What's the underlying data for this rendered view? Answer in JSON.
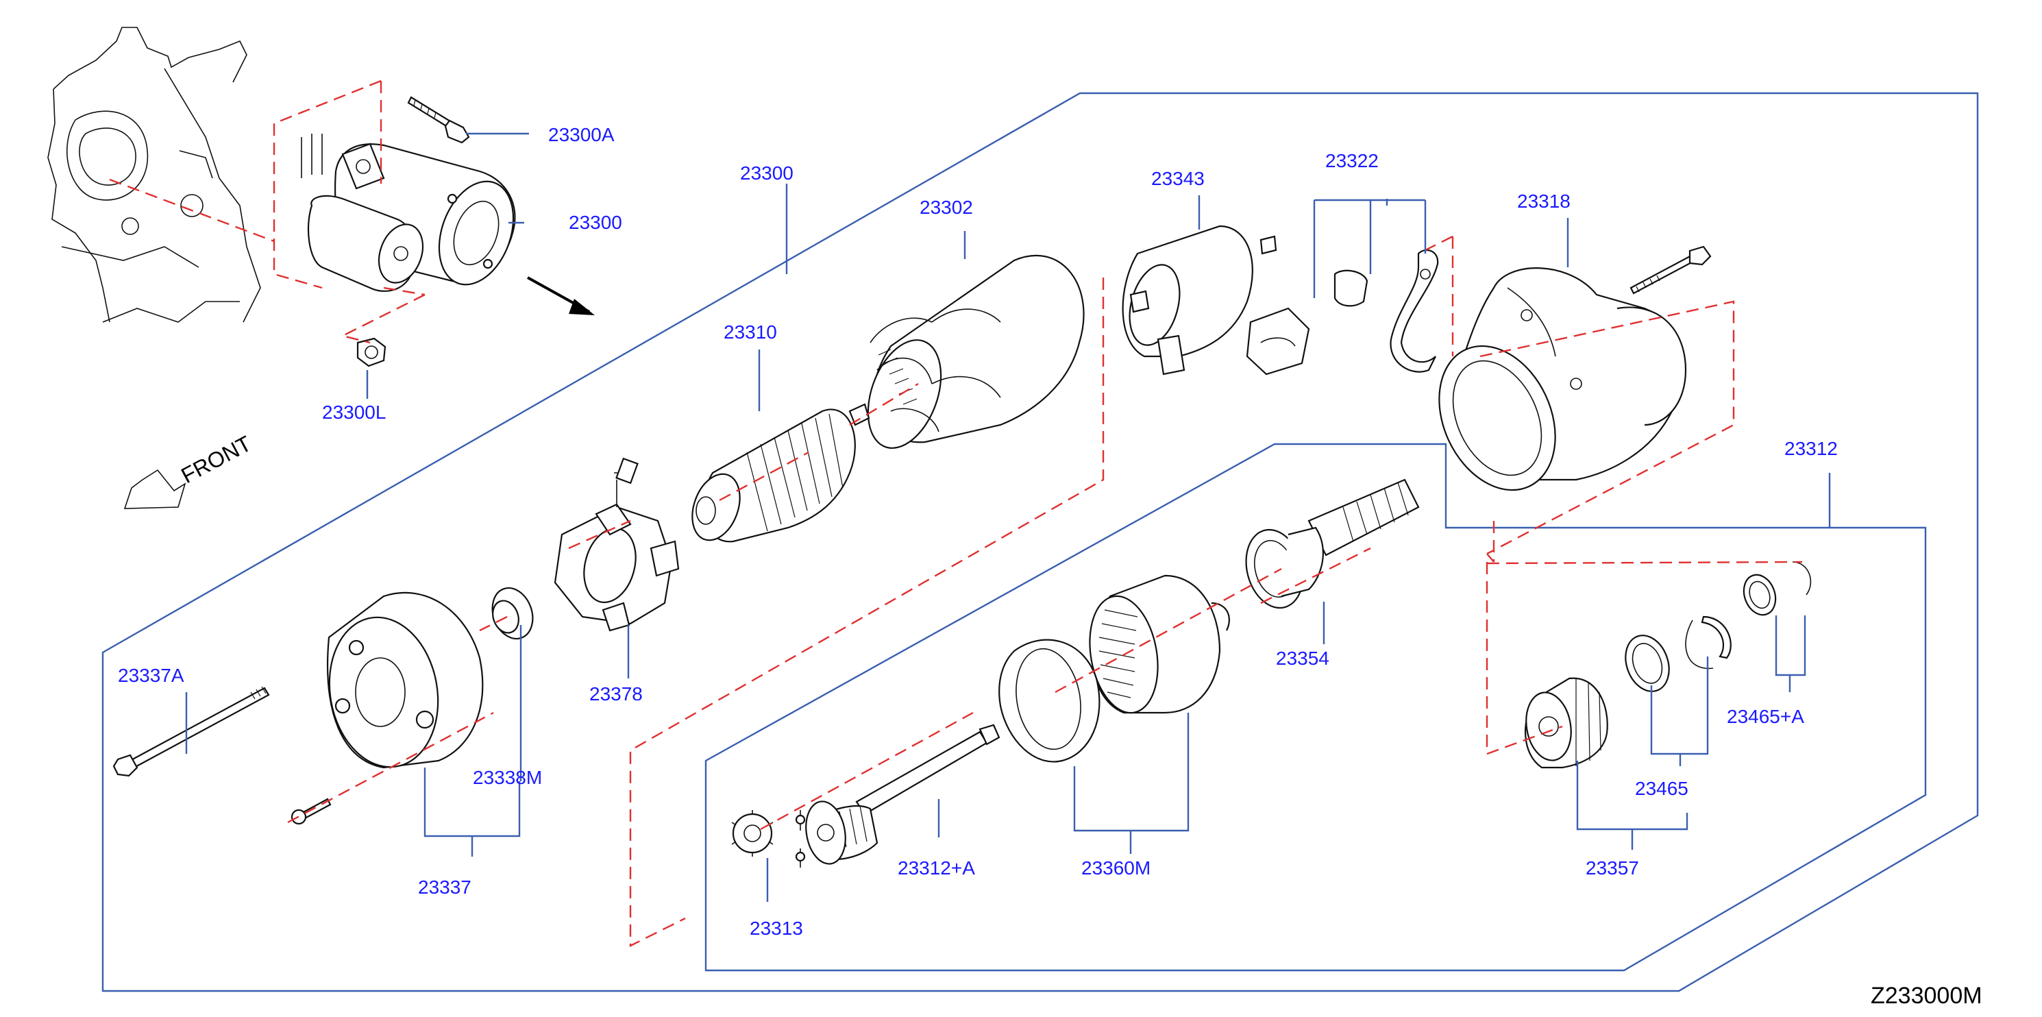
{
  "diagram_code": "Z233000M",
  "front_label": "FRONT",
  "parts": {
    "p23300A": "23300A",
    "p23300_top": "23300",
    "p23300_group": "23300",
    "p23300L": "23300L",
    "p23302": "23302",
    "p23310": "23310",
    "p23343": "23343",
    "p23322": "23322",
    "p23318": "23318",
    "p23312": "23312",
    "p23354": "23354",
    "p23378": "23378",
    "p23337A": "23337A",
    "p23338M": "23338M",
    "p23337": "23337",
    "p23465A": "23465+A",
    "p23465": "23465",
    "p23357": "23357",
    "p23312A": "23312+A",
    "p23360M": "23360M",
    "p23313": "23313"
  },
  "colors": {
    "label": "#1a1aff",
    "leader": "#3a5fb0",
    "center_line": "#e03030",
    "ink": "#111111"
  }
}
